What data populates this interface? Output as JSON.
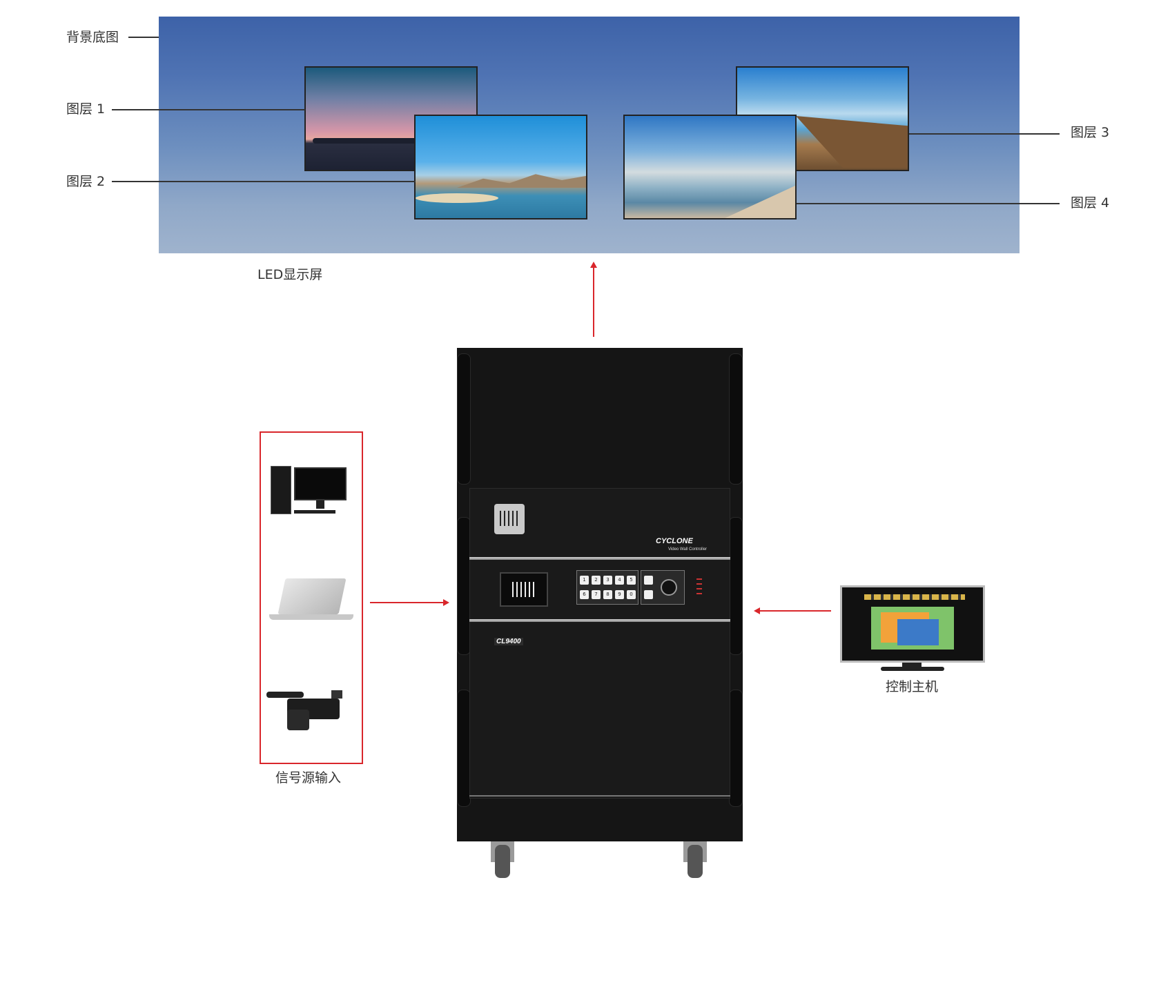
{
  "labels": {
    "background": "背景底图",
    "layer1": "图层 1",
    "layer2": "图层 2",
    "layer3": "图层 3",
    "layer4": "图层 4",
    "led_screen": "LED显示屏",
    "signal_input": "信号源输入",
    "control_host": "控制主机"
  },
  "device": {
    "brand": "CYCLONE",
    "subtitle": "Video Wall Controller",
    "model": "CL9400",
    "keys": [
      "1",
      "2",
      "3",
      "4",
      "5",
      "6",
      "7",
      "8",
      "9",
      "0"
    ]
  },
  "sources": [
    {
      "icon": "desktop-computer-icon"
    },
    {
      "icon": "laptop-icon"
    },
    {
      "icon": "video-camera-icon"
    }
  ],
  "colors": {
    "accent_red": "#d9262b",
    "led_top": "#3d62a8",
    "cabinet": "#151515"
  }
}
